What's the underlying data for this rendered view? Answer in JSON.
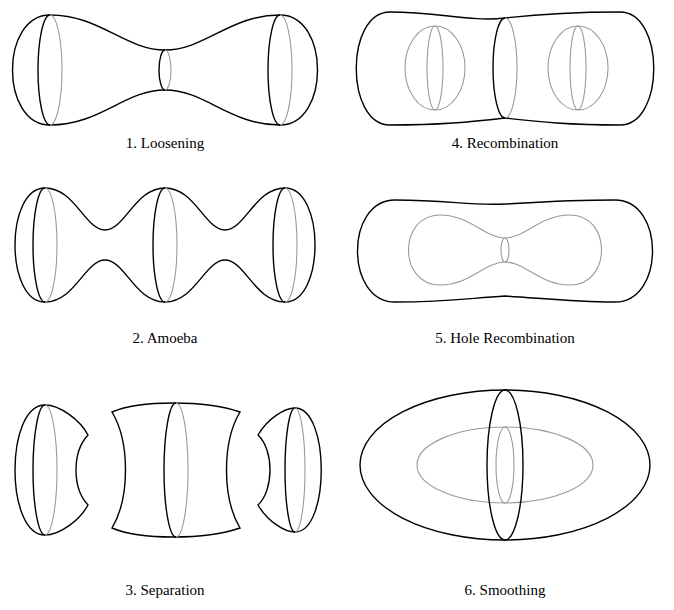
{
  "diagram": {
    "labels": [
      "1. Loosening",
      "2. Amoeba",
      "3. Separation",
      "4. Recombination",
      "5. Hole Recombination",
      "6. Smoothing"
    ]
  }
}
